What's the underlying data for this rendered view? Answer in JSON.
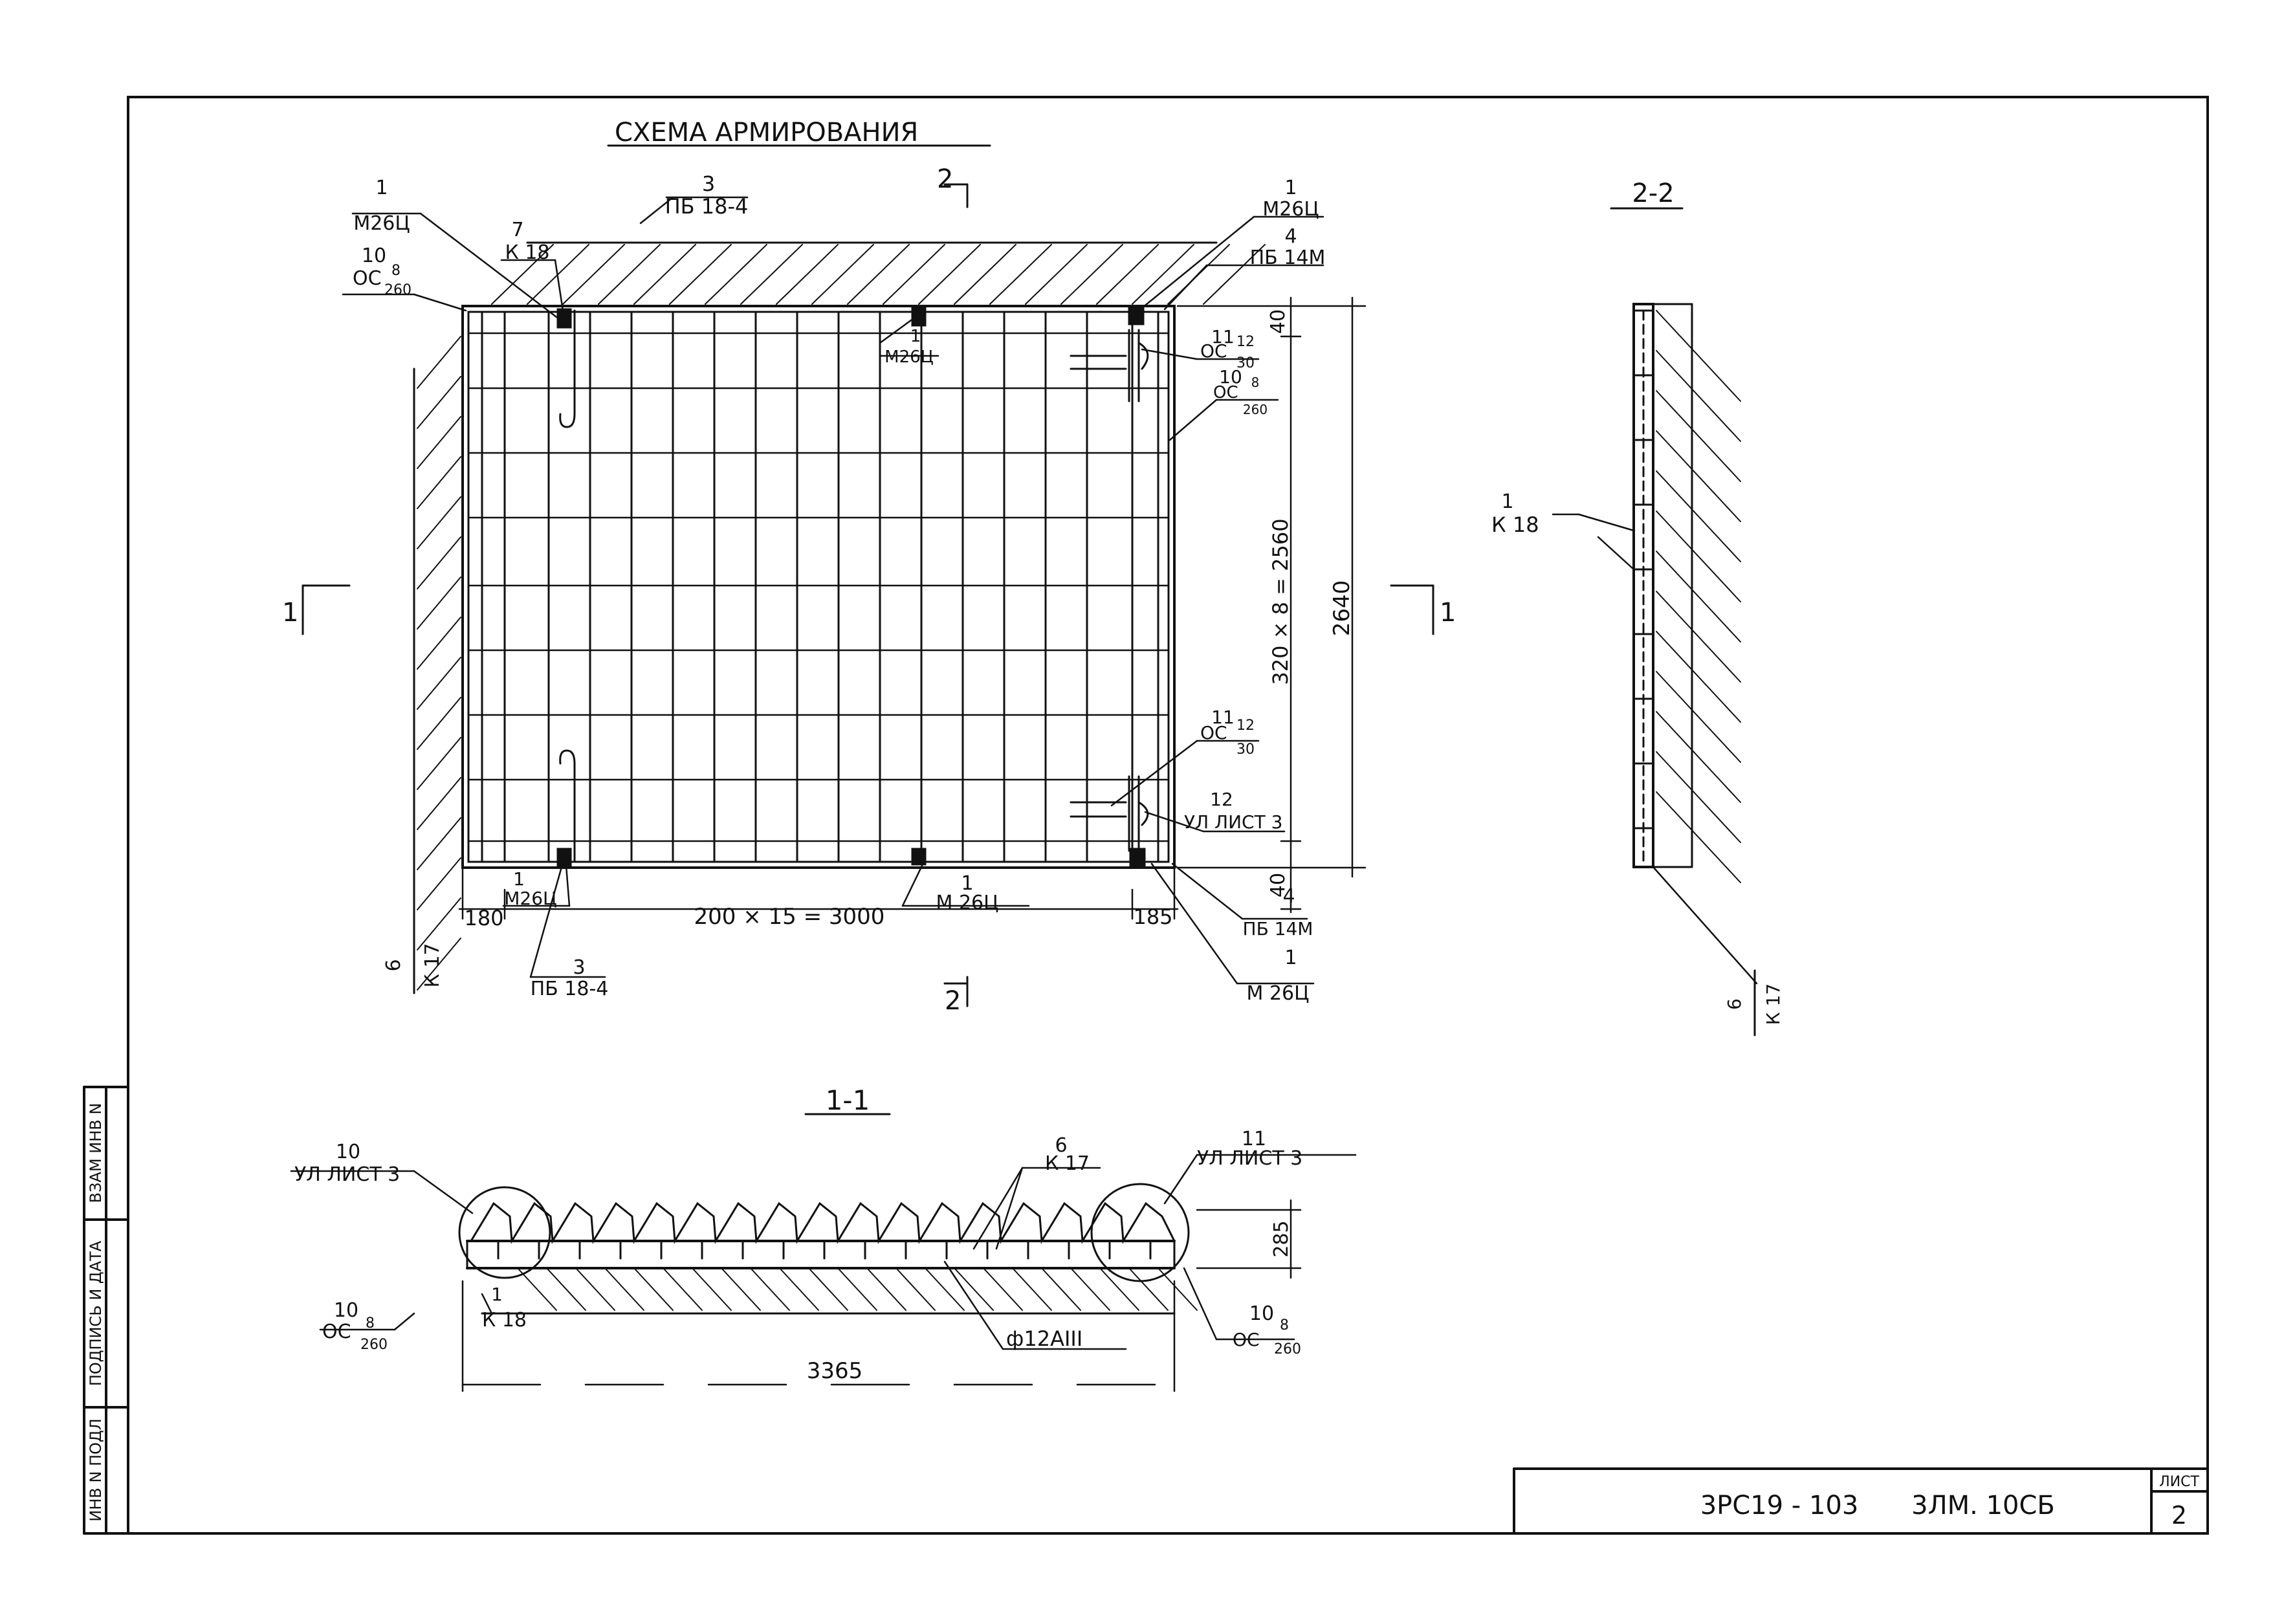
{
  "title": "СХЕМА АРМИРОВАНИЯ",
  "section_labels": {
    "s11": "1-1",
    "s22": "2-2",
    "cut1": "1",
    "cut2": "2"
  },
  "plan": {
    "callouts": {
      "tl_m26_n": "1",
      "tl_m26": "М26Ц",
      "tl_k18_n": "7",
      "tl_k18": "К 18",
      "tl_oc_n": "10",
      "tl_oc": "ОС",
      "tl_oc_num": "8",
      "tl_oc_den": "260",
      "top_pb_n": "3",
      "top_pb": "ПБ 18-4",
      "mid_m26_n": "1",
      "mid_m26": "М26Ц",
      "tr_m26_n": "1",
      "tr_m26": "М26Ц",
      "tr_pb_n": "4",
      "tr_pb": "ПБ 14М",
      "r_oc11_n": "11",
      "r_oc11": "ОС",
      "r_oc11_num": "12",
      "r_oc11_den": "30",
      "r_oc10_n": "10",
      "r_oc10": "ОС",
      "r_oc10_num": "8",
      "r_oc10_den": "260",
      "rb_oc11_n": "11",
      "rb_oc11": "ОС",
      "rb_oc11_num": "12",
      "rb_oc11_den": "30",
      "rb_ul_n": "12",
      "rb_ul": "УЛ ЛИСТ 3",
      "br_pb_n": "4",
      "br_pb": "ПБ 14М",
      "br_m26_n": "1",
      "br_m26": "М 26Ц",
      "bm_m26_n": "1",
      "bm_m26": "М 26Ц",
      "bl_m26_n": "1",
      "bl_m26": "М26Ц",
      "bl_pb_n": "3",
      "bl_pb": "ПБ 18-4",
      "left_k17_n": "6",
      "left_k17": "К 17"
    },
    "dims": {
      "left": "180",
      "span": "200 × 15 = 3000",
      "right": "185",
      "top": "40",
      "bottom": "40",
      "vert": "320 × 8 = 2560",
      "total": "2640"
    }
  },
  "s22": {
    "k18_n": "1",
    "k18": "К 18",
    "k17_n": "6",
    "k17": "К 17"
  },
  "s11": {
    "l_ul_n": "10",
    "l_ul": "УЛ ЛИСТ 3",
    "k17_n": "6",
    "k17": "К 17",
    "r_ul_n": "11",
    "r_ul": "УЛ ЛИСТ 3",
    "h": "285",
    "l_oc_n": "10",
    "l_oc": "ОС",
    "l_oc_num": "8",
    "l_oc_den": "260",
    "k18_n": "1",
    "k18": "К 18",
    "dia": "ф12АIII",
    "r_oc_n": "10",
    "r_oc": "ОС",
    "r_oc_num": "8",
    "r_oc_den": "260",
    "len": "3365"
  },
  "stamp": {
    "left_labels": [
      "ИНВ N ПОДЛ",
      "ПОДПИСЬ И ДАТА",
      "ВЗАМ ИНВ N"
    ],
    "doc_code": "3РС19 - 103",
    "doc_code2": "3ЛМ. 10СБ",
    "sheet_label": "ЛИСТ",
    "sheet_no": "2"
  }
}
